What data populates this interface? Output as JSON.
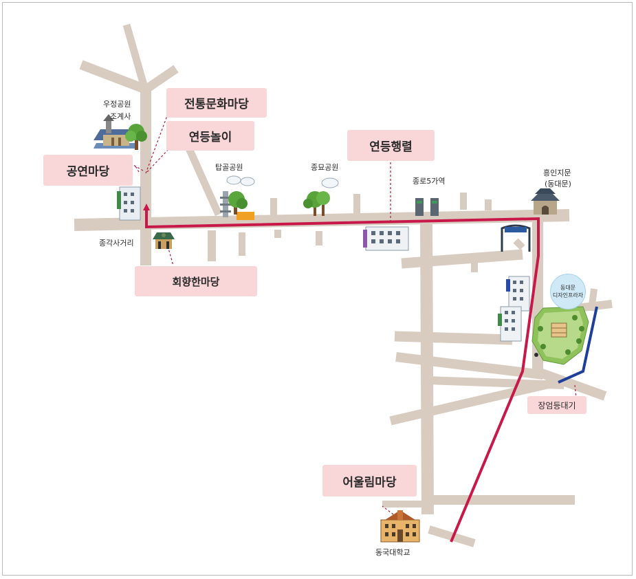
{
  "labels": {
    "traditional_culture": "전통문화마당",
    "lantern_play": "연등놀이",
    "performance": "공연마당",
    "lantern_parade": "연등행렬",
    "reconciliation": "회향한마당",
    "harmony": "어울림마당",
    "lantern_standby": "장엄등대기"
  },
  "places": {
    "ujeong_park": "우정공원",
    "jogyesa": "조계사",
    "tapgol_park": "탑골공원",
    "jongmyo_park": "종묘공원",
    "jongno5": "종로5가역",
    "heunginjimun": "흥인지문",
    "dongdaemun_paren": "(동대문)",
    "jonggak": "종각사거리",
    "dongguk": "동국대학교",
    "ddp_line1": "동대문",
    "ddp_line2": "디자인프라자"
  },
  "colors": {
    "route": "#c8184a",
    "road": "#d8ccc0",
    "label_bg": "#f9d6d8",
    "standby_line": "#1d3f9a",
    "leader_line": "#b01a3a"
  },
  "icons": [
    "temple-icon",
    "tree-icon",
    "pagoda-icon",
    "building-icon",
    "gate-icon",
    "school-icon",
    "bell-pavilion-icon",
    "plaza-icon"
  ]
}
